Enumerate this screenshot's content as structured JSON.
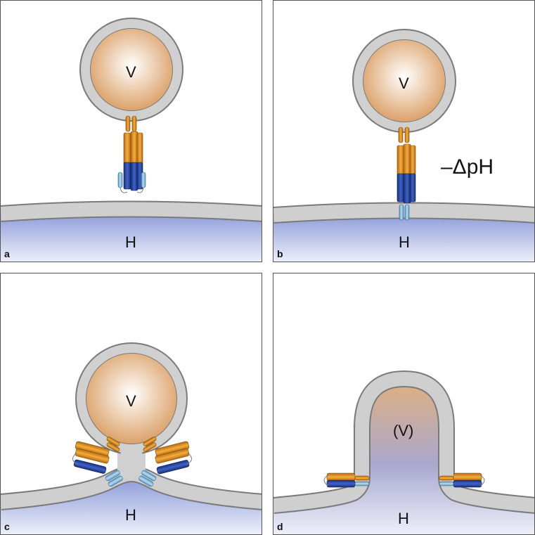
{
  "panels": [
    {
      "letter": "a",
      "vesicle_label": "V",
      "host_label": "H"
    },
    {
      "letter": "b",
      "vesicle_label": "V",
      "host_label": "H",
      "annotation": "–ΔpH"
    },
    {
      "letter": "c",
      "vesicle_label": "V",
      "host_label": "H"
    },
    {
      "letter": "d",
      "vesicle_label": "(V)",
      "host_label": "H"
    }
  ],
  "colors": {
    "membrane": "#c8c8c8",
    "membrane_edge": "#777777",
    "vesicle_lumen": "#e2ad7a",
    "host_lumen": "#8e9ed8",
    "helix_orange": "#e0901e",
    "helix_dark_blue": "#2b4aa8",
    "helix_light_blue": "#8fc3e6"
  }
}
